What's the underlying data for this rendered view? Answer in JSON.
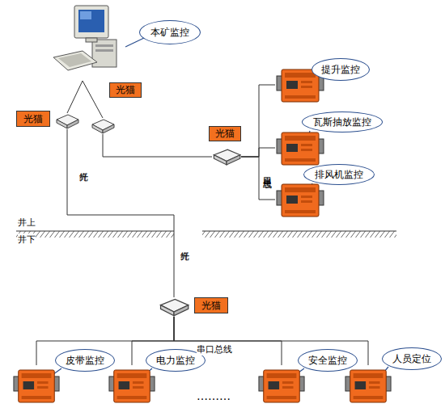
{
  "diagram": {
    "nodes": [
      {
        "text": [
          "本矿监控"
        ]
      },
      {
        "text": [
          "光猫"
        ]
      },
      {
        "text": [
          "光猫"
        ]
      },
      {
        "text": [
          "提升监控"
        ]
      },
      {
        "text": [
          "瓦斯抽放监控"
        ]
      },
      {
        "text": [
          "光猫"
        ]
      },
      {
        "text": [
          "排风机监控"
        ]
      },
      {
        "text": [
          "光猫"
        ]
      },
      {
        "text": [
          "皮带监控"
        ]
      },
      {
        "text": [
          "电力监控"
        ]
      },
      {
        "text": [
          "安全监控"
        ]
      },
      {
        "text": [
          "人员定位"
        ]
      }
    ],
    "edges": [
      {
        "from": 0,
        "to": 1,
        "arrow": "none"
      },
      {
        "from": 0,
        "to": 2,
        "arrow": "none"
      },
      {
        "from": 1,
        "to": 7,
        "label": "光纤",
        "arrow": "none"
      },
      {
        "from": 2,
        "to": 5,
        "arrow": "none"
      },
      {
        "from": 5,
        "to": 3,
        "arrow": "none"
      },
      {
        "from": 5,
        "to": 4,
        "arrow": "none"
      },
      {
        "from": 5,
        "to": 6,
        "arrow": "none"
      },
      {
        "from": 7,
        "to": 8,
        "arrow": "none"
      },
      {
        "from": 7,
        "to": 9,
        "arrow": "none"
      },
      {
        "from": 7,
        "to": 10,
        "arrow": "none"
      },
      {
        "from": 7,
        "to": 11,
        "arrow": "none"
      }
    ],
    "labels": [
      "井上",
      "井下",
      "串口总线",
      "光纤",
      "串口总线",
      "………"
    ]
  }
}
